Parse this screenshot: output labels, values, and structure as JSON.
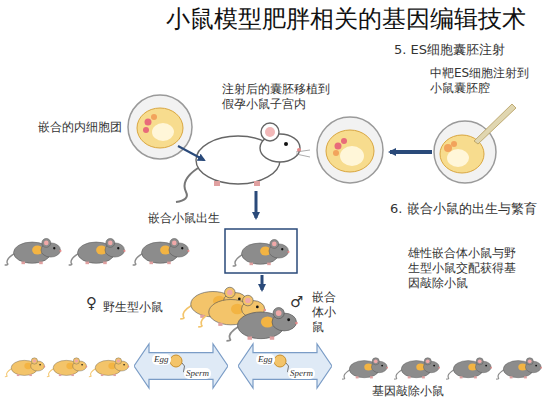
{
  "diagram": {
    "title": "小鼠模型肥胖相关的基因编辑技术",
    "nodes": [
      {
        "text": [
          "Egg",
          "Sperm"
        ]
      },
      {
        "text": [
          "Egg",
          "Sperm"
        ]
      }
    ],
    "labels": [
      "5. ES细胞囊胚注射",
      "中靶ES细胞注射到小鼠囊胚腔",
      "注射后的囊胚移植到假孕小鼠子宫内",
      "嵌合的内细胞团",
      "嵌合小鼠出生",
      "6. 嵌合小鼠的出生与繁育",
      "雄性嵌合体小鼠与野生型小鼠交配获得基因敲除小鼠",
      "♀",
      "野生型小鼠",
      "♂",
      "嵌合体小鼠",
      "基因敲除小鼠"
    ]
  }
}
